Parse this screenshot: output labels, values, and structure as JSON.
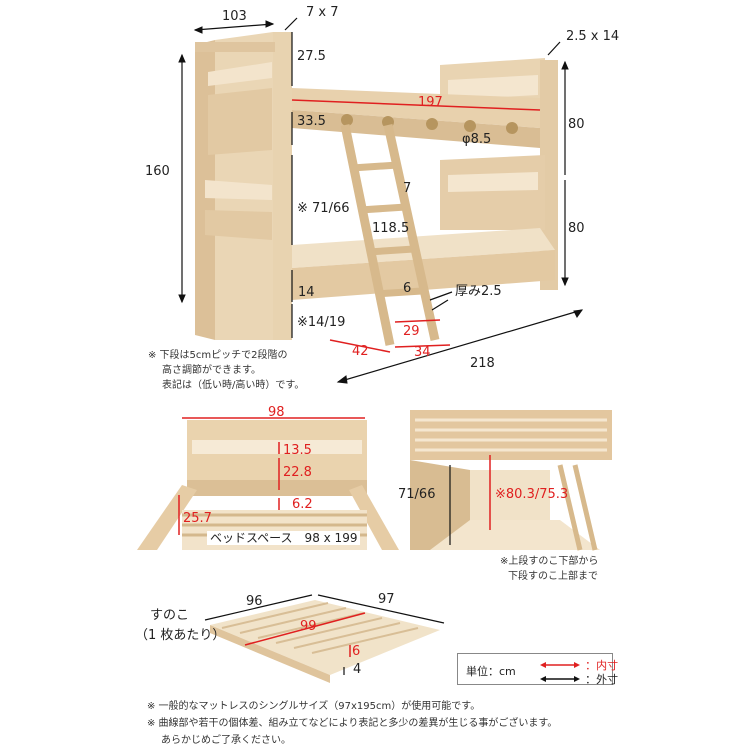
{
  "top": {
    "width_103": "103",
    "post_7x7": "7 x 7",
    "rail_2_5x14": "2.5 x 14",
    "height_160": "160",
    "d_27_5": "27.5",
    "d_33_5": "33.5",
    "inner_197": "197",
    "hole": "φ8.5",
    "up_80": "80",
    "low_80": "80",
    "d_71_66": "※ 71/66",
    "ladder_118_5": "118.5",
    "ladder_7": "7",
    "d_14": "14",
    "d_14_19": "※14/19",
    "step_6": "6",
    "thick": "厚み2.5",
    "d_29": "29",
    "d_42": "42",
    "d_34": "34",
    "length_218": "218",
    "note1": "※ 下段は5cmピッチで2段階の",
    "note2": "高さ調節ができます。",
    "note3": "表記は（低い時/高い時）です。"
  },
  "mid_left": {
    "w_98": "98",
    "d_13_5": "13.5",
    "d_22_8": "22.8",
    "d_6_2": "6.2",
    "d_25_7": "25.7",
    "bed_space": "ベッドスペース　98 x 199"
  },
  "mid_right": {
    "d_71_66": "71/66",
    "d_80_3": "※80.3/75.3",
    "note1": "※上段すのこ下部から",
    "note2": "下段すのこ上部まで"
  },
  "slat": {
    "title1": "すのこ",
    "title2": "（1 枚あたり）",
    "d_96": "96",
    "d_97": "97",
    "d_99": "99",
    "d_6": "6",
    "d_4": "4"
  },
  "legend": {
    "unit": "単位：cm",
    "inner": "：内寸",
    "outer": "：外寸"
  },
  "footer": {
    "line1": "※ 一般的なマットレスのシングルサイズ（97x195cm）が使用可能です。",
    "line2": "※ 曲線部や若干の個体差、組み立てなどにより表記と多少の差異が生じる事がございます。",
    "line3": "あらかじめご了承ください。"
  },
  "colors": {
    "inner": "#e02020",
    "outer": "#111111",
    "wood": "#e7cfa9"
  }
}
